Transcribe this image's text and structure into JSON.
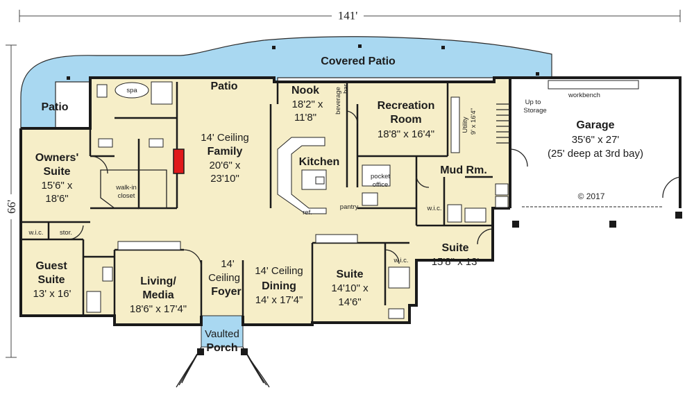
{
  "dimensions": {
    "width": "141'",
    "depth": "66'"
  },
  "colors": {
    "floor": "#f6eec8",
    "patio": "#a9d8f1",
    "garage": "#ffffff",
    "fireplace": "#e0191b",
    "wall": "#1a1a1a"
  },
  "rooms": {
    "covered_patio": {
      "name": "Covered Patio"
    },
    "patio_center": {
      "name": "Patio"
    },
    "patio_left": {
      "name": "Patio"
    },
    "owners_suite": {
      "name1": "Owners'",
      "name2": "Suite",
      "size1": "15'6\" x",
      "size2": "18'6\""
    },
    "spa": {
      "name": "spa"
    },
    "walk_in_closet": {
      "name1": "walk-in",
      "name2": "closet"
    },
    "family": {
      "ceiling": "14' Ceiling",
      "name": "Family",
      "size1": "20'6\" x",
      "size2": "23'10\""
    },
    "nook": {
      "name": "Nook",
      "size1": "18'2\" x",
      "size2": "11'8\""
    },
    "beverage_bar": {
      "name1": "beverage",
      "name2": "bar"
    },
    "kitchen": {
      "name": "Kitchen"
    },
    "ref": {
      "name": "ref."
    },
    "pantry": {
      "name": "pantry"
    },
    "pocket_office": {
      "name1": "pocket",
      "name2": "office"
    },
    "recreation": {
      "name1": "Recreation",
      "name2": "Room",
      "size": "18'8\" x 16'4\""
    },
    "utility": {
      "name": "Utility",
      "size": "9' x 16'4\""
    },
    "mud_room": {
      "name": "Mud Rm."
    },
    "up_to_storage": {
      "line1": "Up to",
      "line2": "Storage"
    },
    "workbench": {
      "name": "workbench"
    },
    "garage": {
      "name": "Garage",
      "size1": "35'6\" x 27'",
      "size2": "(25' deep at 3rd bay)"
    },
    "copyright": {
      "text": "© 2017"
    },
    "guest_suite": {
      "name1": "Guest",
      "name2": "Suite",
      "size": "13' x 16'",
      "wic": "w.i.c.",
      "stor": "stor."
    },
    "living_media": {
      "name1": "Living/",
      "name2": "Media",
      "size": "18'6\" x 17'4\""
    },
    "foyer": {
      "line1": "14'",
      "line2": "Ceiling",
      "line3": "Foyer"
    },
    "dining": {
      "ceiling": "14' Ceiling",
      "name": "Dining",
      "size": "14' x 17'4\""
    },
    "suite_center": {
      "name": "Suite",
      "size1": "14'10\" x",
      "size2": "14'6\"",
      "wic": "w.i.c."
    },
    "suite_right": {
      "name": "Suite",
      "size": "15'8\" x 13'",
      "wic": "w.i.c."
    },
    "porch": {
      "name1": "Vaulted",
      "name2": "Porch"
    }
  }
}
